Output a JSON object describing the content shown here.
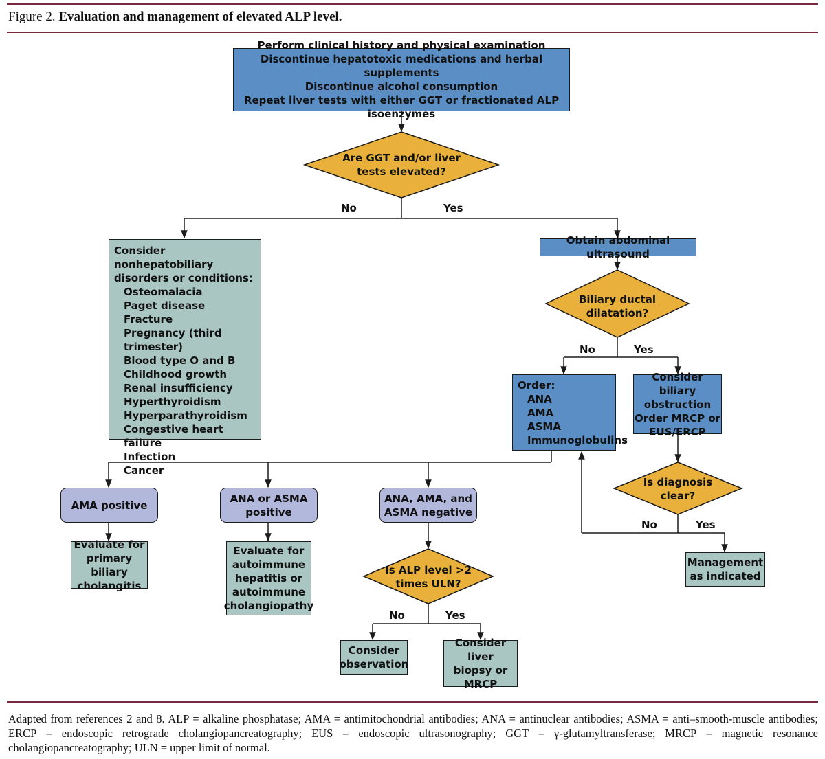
{
  "figure": {
    "label": "Figure 2.",
    "title": "Evaluation and management of elevated ALP level."
  },
  "nodes": {
    "start": [
      "Perform clinical history and physical examination",
      "Discontinue hepatotoxic medications and herbal supplements",
      "Discontinue alcohol consumption",
      "Repeat liver tests with either GGT or fractionated ALP isoenzymes"
    ],
    "q_ggt": [
      "Are GGT and/or liver",
      "tests elevated?"
    ],
    "nonhep": {
      "heading": [
        "Consider nonhepatobiliary",
        "disorders or conditions:"
      ],
      "items": [
        "Osteomalacia",
        "Paget disease",
        "Fracture",
        "Pregnancy (third trimester)",
        "Blood type O and B",
        "Childhood growth",
        "Renal insufficiency",
        "Hyperthyroidism",
        "Hyperparathyroidism",
        "Congestive heart failure",
        "Infection",
        "Cancer"
      ]
    },
    "ultrasound": "Obtain abdominal ultrasound",
    "q_biliary": [
      "Biliary ductal",
      "dilatation?"
    ],
    "order": {
      "heading": "Order:",
      "items": [
        "ANA",
        "AMA",
        "ASMA",
        "Immunoglobulins"
      ]
    },
    "obstruction": [
      "Consider biliary",
      "obstruction",
      "Order MRCP or",
      "EUS/ERCP"
    ],
    "q_diagnosis": [
      "Is diagnosis",
      "clear?"
    ],
    "management": [
      "Management",
      "as indicated"
    ],
    "ama_pos": [
      "AMA positive"
    ],
    "ana_asma_pos": [
      "ANA or ASMA",
      "positive"
    ],
    "neg": [
      "ANA, AMA, and",
      "ASMA negative"
    ],
    "eval_pbc": [
      "Evaluate for",
      "primary biliary",
      "cholangitis"
    ],
    "eval_auto": [
      "Evaluate for",
      "autoimmune",
      "hepatitis or",
      "autoimmune",
      "cholangiopathy"
    ],
    "q_alp": [
      "Is ALP level >2",
      "times ULN?"
    ],
    "observation": [
      "Consider",
      "observation"
    ],
    "biopsy": [
      "Consider liver",
      "biopsy or",
      "MRCP"
    ]
  },
  "edge_labels": {
    "no": "No",
    "yes": "Yes"
  },
  "footnote": "Adapted from references 2 and 8. ALP = alkaline phosphatase; AMA = antimitochondrial antibodies; ANA = antinuclear antibodies; ASMA = anti–smooth-muscle antibodies; ERCP = endoscopic retrograde cholangiopancreatography; EUS = endoscopic ultrasonography; GGT = γ-glutamyltransferase; MRCP = magnetic resonance cholangiopancreatography; ULN = upper limit of normal.",
  "colors": {
    "blue_box": "#5b8ec4",
    "teal_box": "#a9c6c2",
    "lavender_box": "#b2b7dc",
    "diamond": "#e9b13c",
    "rule": "#7a2a3c"
  }
}
